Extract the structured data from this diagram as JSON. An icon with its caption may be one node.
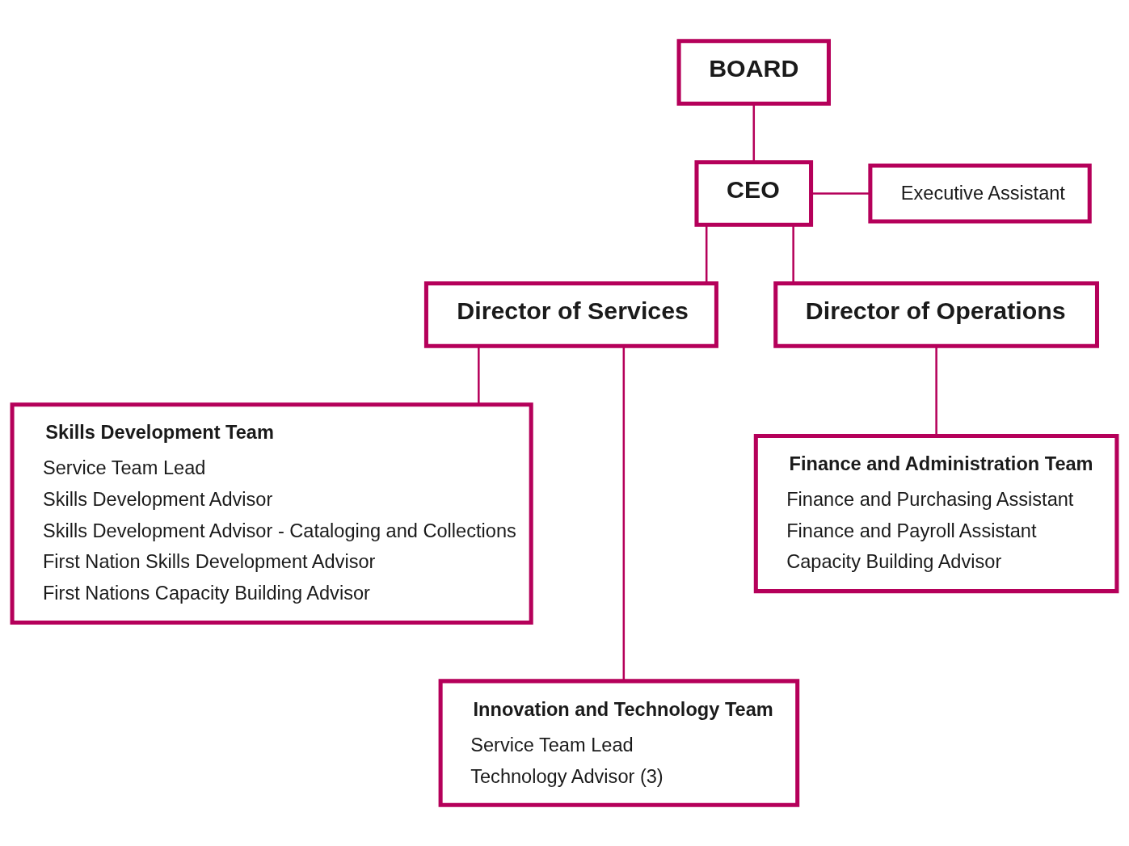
{
  "diagram": {
    "nodes": [
      {
        "text": [
          "BOARD"
        ]
      },
      {
        "text": [
          "Executive Assistant"
        ]
      },
      {
        "text": [
          "CEO"
        ]
      },
      {
        "text": [
          "Director of Services"
        ]
      },
      {
        "text": [
          "Director of Operations"
        ]
      },
      {
        "text": [
          "Skills Development Team",
          "Service Team Lead",
          "Skills Development Advisor",
          "Skills Development Advisor - Cataloging and Collections",
          "First Nation Skills Development Advisor",
          "First Nations Capacity Building Advisor"
        ]
      },
      {
        "text": [
          "Finance and Administration Team",
          "Finance and Purchasing Assistant",
          "Finance and Payroll Assistant",
          "Capacity Building Advisor"
        ]
      },
      {
        "text": [
          "Innovation and Technology Team",
          "Service Team Lead",
          "Technology Advisor (3)"
        ]
      }
    ],
    "edges": [
      {
        "from": 0,
        "to": 2,
        "arrow": "none"
      },
      {
        "from": 2,
        "to": 1,
        "arrow": "none"
      },
      {
        "from": 2,
        "to": 3,
        "arrow": "none"
      },
      {
        "from": 2,
        "to": 4,
        "arrow": "none"
      },
      {
        "from": 3,
        "to": 5,
        "arrow": "none"
      },
      {
        "from": 3,
        "to": 7,
        "arrow": "none"
      },
      {
        "from": 4,
        "to": 6,
        "arrow": "none"
      }
    ]
  }
}
